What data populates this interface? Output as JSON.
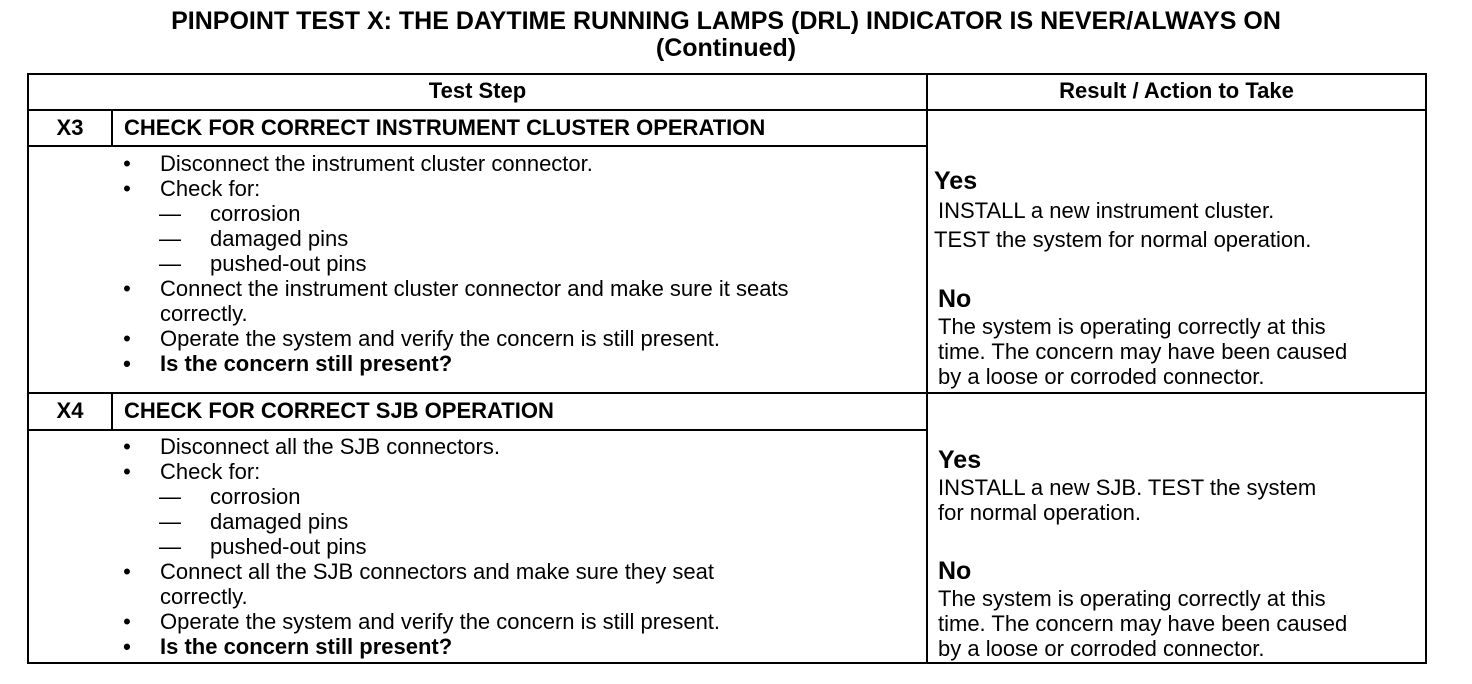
{
  "doc": {
    "title": "PINPOINT TEST X: THE DAYTIME RUNNING LAMPS (DRL) INDICATOR IS NEVER/ALWAYS ON",
    "continued": "(Continued)",
    "header": {
      "test_step": "Test Step",
      "result_action": "Result / Action to Take"
    },
    "steps": [
      {
        "id": "X3",
        "title": "CHECK FOR CORRECT INSTRUMENT CLUSTER OPERATION",
        "items": [
          {
            "text": "Disconnect the instrument cluster connector."
          },
          {
            "text": "Check for:"
          },
          {
            "text": "corrosion"
          },
          {
            "text": "damaged pins"
          },
          {
            "text": "pushed-out pins"
          },
          {
            "text": "Connect the instrument cluster connector and make sure it seats"
          },
          {
            "text": "correctly."
          },
          {
            "text": "Operate the system and verify the concern is still present."
          },
          {
            "text": "Is the concern still present?"
          }
        ],
        "yes_label": "Yes",
        "yes_lines": [
          "INSTALL a new instrument cluster.",
          "TEST the system for normal operation."
        ],
        "no_label": "No",
        "no_lines": [
          "The system is operating correctly at this",
          "time. The concern may have been caused",
          "by a loose or corroded connector."
        ]
      },
      {
        "id": "X4",
        "title": "CHECK FOR CORRECT SJB OPERATION",
        "items": [
          {
            "text": "Disconnect all the SJB connectors."
          },
          {
            "text": "Check for:"
          },
          {
            "text": "corrosion"
          },
          {
            "text": "damaged pins"
          },
          {
            "text": "pushed-out pins"
          },
          {
            "text": "Connect all the SJB connectors and make sure they seat"
          },
          {
            "text": "correctly."
          },
          {
            "text": "Operate the system and verify the concern is still present."
          },
          {
            "text": "Is the concern still present?"
          }
        ],
        "yes_label": "Yes",
        "yes_lines": [
          "INSTALL a new SJB. TEST the system",
          "for normal operation."
        ],
        "no_label": "No",
        "no_lines": [
          "The system is operating correctly at this",
          "time. The concern may have been caused",
          "by a loose or corroded connector."
        ]
      }
    ],
    "markers": {
      "bullet": "•",
      "dash": "—"
    }
  }
}
